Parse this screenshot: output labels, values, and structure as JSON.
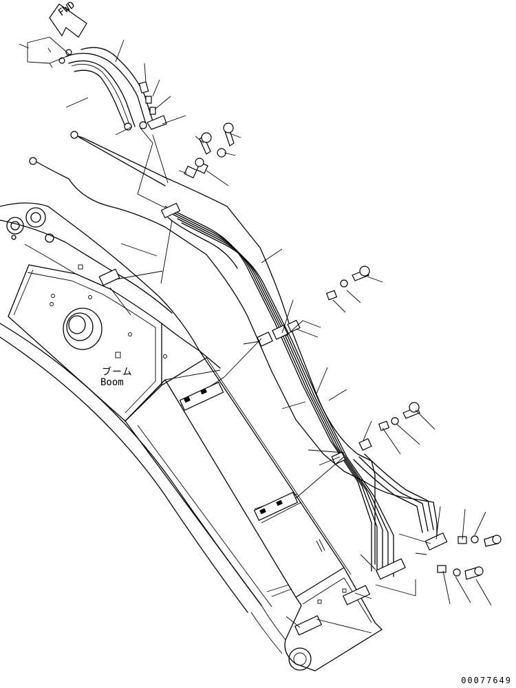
{
  "direction_marker": {
    "text": "FWD",
    "icon": "forward-arrow-icon"
  },
  "boom_label": {
    "japanese": "ブーム",
    "english": "Boom"
  },
  "drawing_number": "00077649"
}
